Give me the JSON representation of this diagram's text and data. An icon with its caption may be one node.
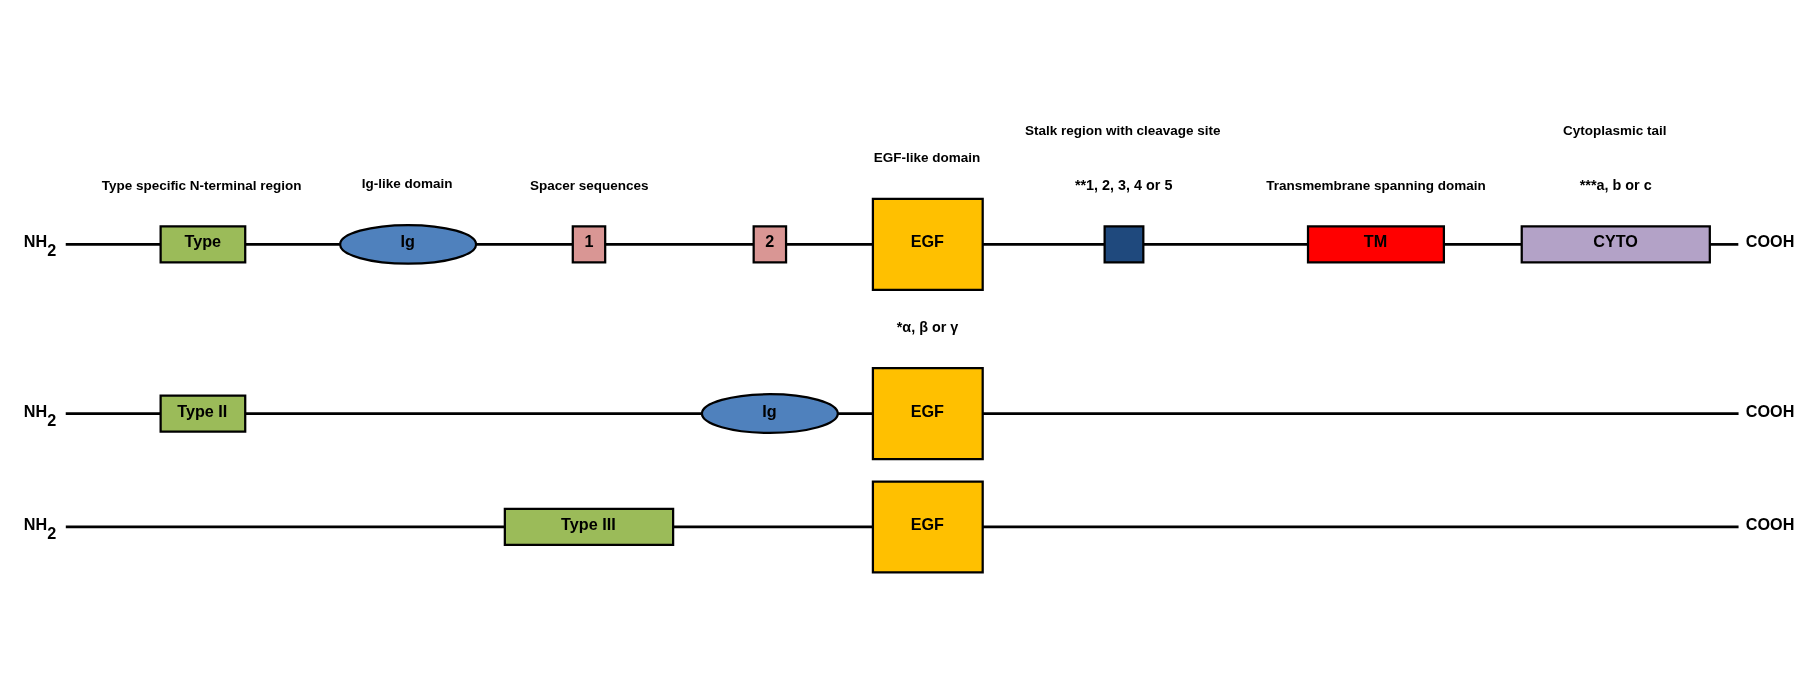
{
  "diagram": {
    "nodes": [
      {
        "text": [
          "NH$_{2}$"
        ]
      },
      {
        "text": [
          "Type"
        ]
      },
      {
        "text": [
          "Ig"
        ]
      },
      {
        "text": [
          "1"
        ]
      },
      {
        "text": [
          "2"
        ]
      },
      {
        "text": [
          "EGF"
        ],
        "beside": [
          "*α, β or γ"
        ]
      },
      {
        "text": [],
        "shape": "box",
        "beside": [
          "**1, 2, 3, 4 or 5"
        ]
      },
      {
        "text": [
          "TM"
        ]
      },
      {
        "text": [
          "CYTO"
        ],
        "beside": [
          "***a, b or c"
        ]
      },
      {
        "text": [
          "COOH"
        ]
      },
      {
        "text": [
          "NH$_{2}$"
        ]
      },
      {
        "text": [
          "Type II"
        ]
      },
      {
        "text": [
          "Ig"
        ]
      },
      {
        "text": [
          "EGF"
        ]
      },
      {
        "text": [
          "COOH"
        ]
      },
      {
        "text": [
          "NH$_{2}$"
        ]
      },
      {
        "text": [
          "Type III"
        ]
      },
      {
        "text": [
          "EGF"
        ]
      },
      {
        "text": [
          "COOH"
        ]
      }
    ],
    "edges": [
      {
        "from": 0,
        "to": 1,
        "arrow": "none"
      },
      {
        "from": 1,
        "to": 2,
        "arrow": "none"
      },
      {
        "from": 2,
        "to": 3,
        "arrow": "none"
      },
      {
        "from": 3,
        "to": 4,
        "arrow": "none"
      },
      {
        "from": 4,
        "to": 5,
        "arrow": "none"
      },
      {
        "from": 5,
        "to": 6,
        "arrow": "none"
      },
      {
        "from": 6,
        "to": 7,
        "arrow": "none"
      },
      {
        "from": 7,
        "to": 8,
        "arrow": "none"
      },
      {
        "from": 8,
        "to": 9,
        "arrow": "none"
      },
      {
        "from": 10,
        "to": 11,
        "arrow": "none"
      },
      {
        "from": 11,
        "to": 12,
        "arrow": "none"
      },
      {
        "from": 12,
        "to": 13,
        "arrow": "none"
      },
      {
        "from": 13,
        "to": 14,
        "arrow": "none"
      },
      {
        "from": 15,
        "to": 16,
        "arrow": "none"
      },
      {
        "from": 16,
        "to": 17,
        "arrow": "none"
      },
      {
        "from": 17,
        "to": 18,
        "arrow": "none"
      }
    ],
    "labels": [
      "Type specific N-terminal region",
      "Ig-like domain",
      "Spacer sequences",
      "EGF-like domain",
      "Stalk region with cleavage site",
      "Transmembrane spanning domain",
      "Cytoplasmic tail"
    ]
  }
}
